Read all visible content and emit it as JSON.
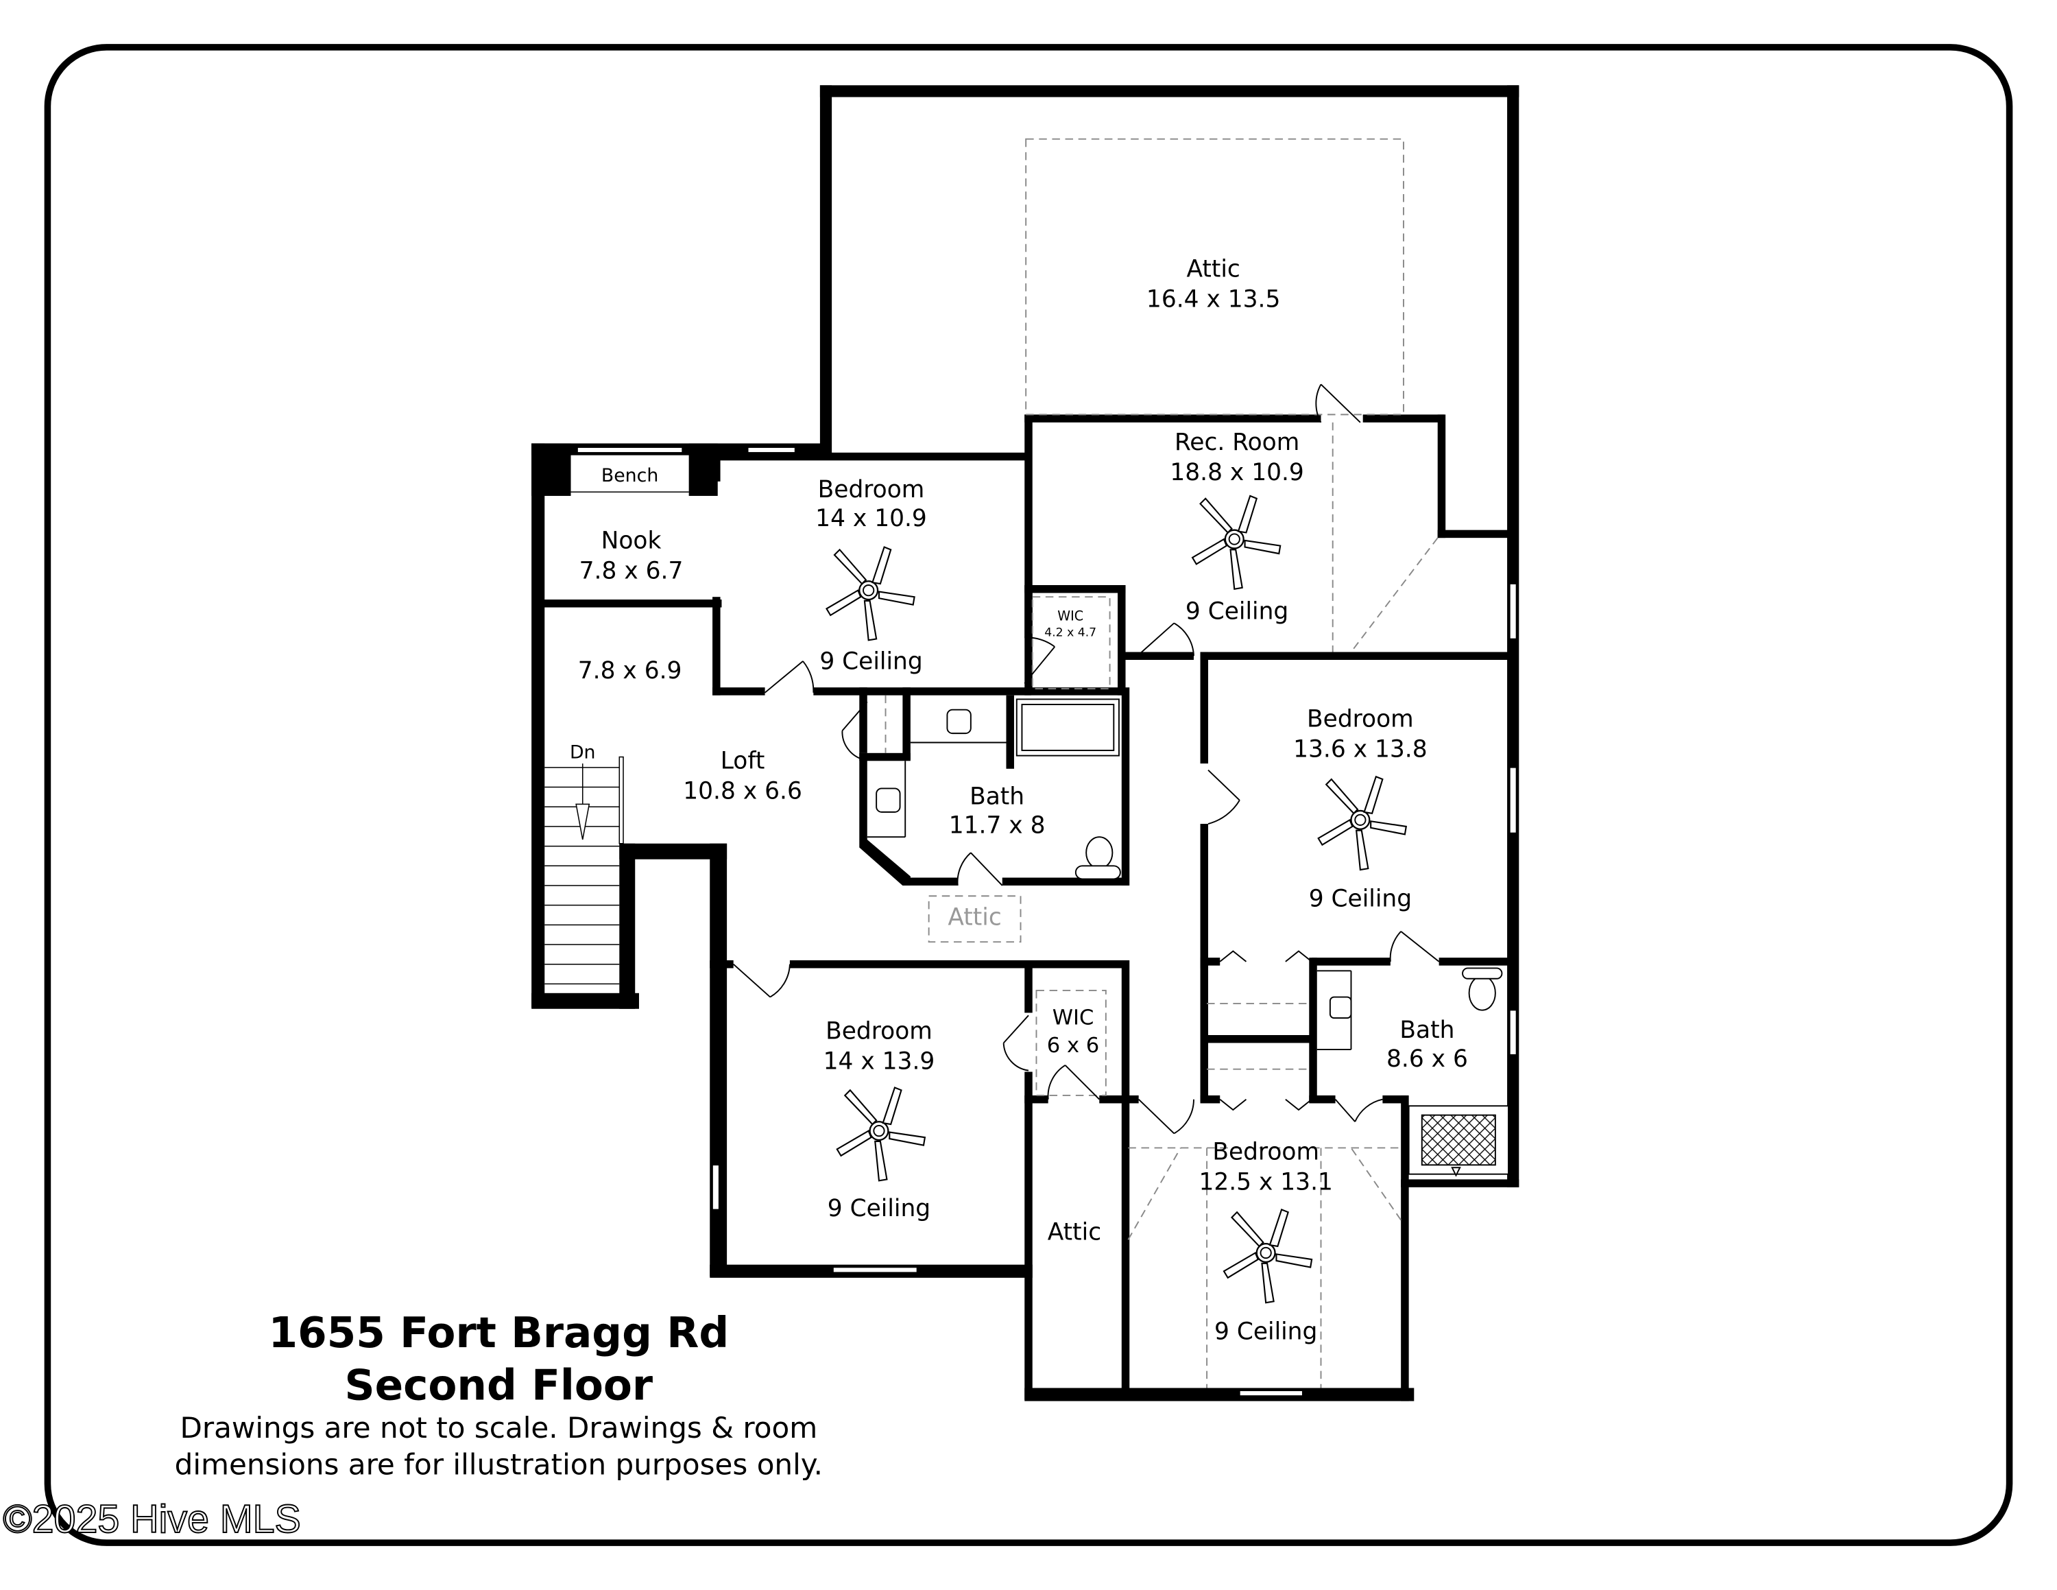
{
  "plan": {
    "address": "1655 Fort Bragg Rd",
    "floor": "Second Floor",
    "disclaimer_line1": "Drawings are not to scale. Drawings & room",
    "disclaimer_line2": "dimensions are for illustration purposes only.",
    "watermark": "©2025 Hive MLS"
  },
  "rooms": {
    "attic_top": {
      "name": "Attic",
      "dims": "16.4 x 13.5"
    },
    "rec_room": {
      "name": "Rec. Room",
      "dims": "18.8 x 10.9",
      "ceiling": "9 Ceiling"
    },
    "bench": {
      "name": "Bench"
    },
    "nook": {
      "name": "Nook",
      "dims": "7.8 x 6.7"
    },
    "bedroom_1": {
      "name": "Bedroom",
      "dims": "14 x 10.9",
      "ceiling": "9 Ceiling"
    },
    "wic_small": {
      "name": "WIC",
      "dims": "4.2 x 4.7"
    },
    "unnamed_space": {
      "dims": "7.8 x 6.9"
    },
    "stairs": {
      "label": "Dn"
    },
    "loft": {
      "name": "Loft",
      "dims": "10.8 x 6.6"
    },
    "bath_1": {
      "name": "Bath",
      "dims": "11.7 x 8"
    },
    "attic_hall": {
      "name": "Attic"
    },
    "bedroom_2": {
      "name": "Bedroom",
      "dims": "13.6 x 13.8",
      "ceiling": "9 Ceiling"
    },
    "bath_2": {
      "name": "Bath",
      "dims": "8.6 x 6"
    },
    "bedroom_3": {
      "name": "Bedroom",
      "dims": "14 x 13.9",
      "ceiling": "9 Ceiling"
    },
    "wic_large": {
      "name": "WIC",
      "dims": "6 x 6"
    },
    "attic_side": {
      "name": "Attic"
    },
    "bedroom_4": {
      "name": "Bedroom",
      "dims": "12.5 x 13.1",
      "ceiling": "9 Ceiling"
    }
  },
  "colors": {
    "wall": "#000000",
    "background": "#ffffff",
    "dashed": "#888888",
    "attic_hall_text": "#999999"
  }
}
